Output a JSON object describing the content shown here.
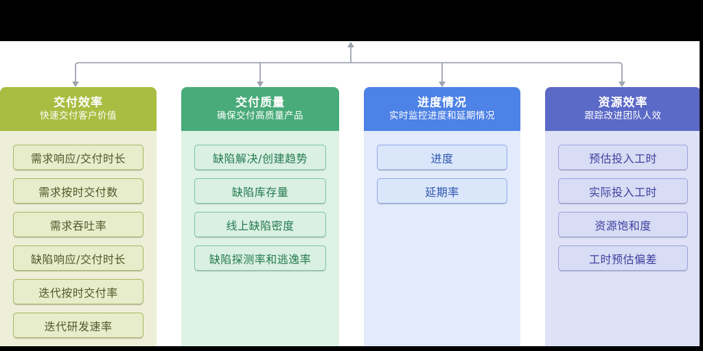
{
  "diagram": {
    "kind": "metrics-tree",
    "connector_color": "#9ca2ae",
    "frame_bar_color": "#000000",
    "background": "#ffffff"
  },
  "groups": [
    {
      "title": "交付效率",
      "subtitle": "快速交付客户价值",
      "theme": {
        "header_bg": "#a8bd41",
        "body_bg": "#edefd8",
        "item_bg": "#e7ecca",
        "item_border": "#a6b45f",
        "item_text": "#4f5a2b",
        "header_text": "#ffffff"
      },
      "items": [
        "需求响应/交付时长",
        "需求按时交付数",
        "需求吞吐率",
        "缺陷响应/交付时长",
        "迭代按时交付率",
        "迭代研发速率"
      ]
    },
    {
      "title": "交付质量",
      "subtitle": "确保交付高质量产品",
      "theme": {
        "header_bg": "#49ab79",
        "body_bg": "#def2e6",
        "item_bg": "#d9f0e2",
        "item_border": "#7cc49c",
        "item_text": "#257a50",
        "header_text": "#ffffff"
      },
      "items": [
        "缺陷解决/创建趋势",
        "缺陷库存量",
        "线上缺陷密度",
        "缺陷探测率和逃逸率"
      ]
    },
    {
      "title": "进度情况",
      "subtitle": "实时监控进度和延期情况",
      "theme": {
        "header_bg": "#4d82e6",
        "body_bg": "#e2eafb",
        "item_bg": "#dae6fa",
        "item_border": "#8cabe8",
        "item_text": "#2f55ae",
        "header_text": "#ffffff"
      },
      "items": [
        "进度",
        "延期率"
      ]
    },
    {
      "title": "资源效率",
      "subtitle": "跟踪改进团队人效",
      "theme": {
        "header_bg": "#5b69c7",
        "body_bg": "#dfe2f6",
        "item_bg": "#d8dcf4",
        "item_border": "#99a2df",
        "item_text": "#3b3f9d",
        "header_text": "#ffffff"
      },
      "items": [
        "预估投入工时",
        "实际投入工时",
        "资源饱和度",
        "工时预估偏差"
      ]
    }
  ]
}
